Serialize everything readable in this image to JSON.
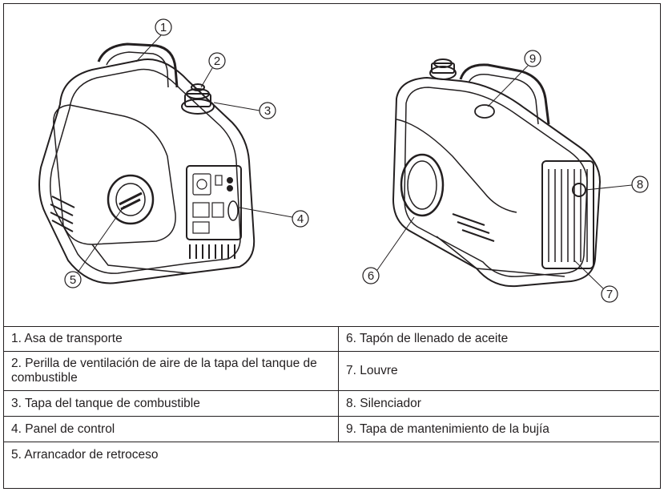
{
  "figure": {
    "callouts": [
      "1",
      "2",
      "3",
      "4",
      "5",
      "6",
      "7",
      "8",
      "9"
    ]
  },
  "legend": {
    "rows": [
      [
        "1. Asa de transporte",
        "6. Tapón de llenado de aceite"
      ],
      [
        "2. Perilla de ventilación de aire de la tapa del tanque de combustible",
        "7. Louvre"
      ],
      [
        "3. Tapa del tanque de combustible",
        "8. Silenciador"
      ],
      [
        "4. Panel de control",
        "9. Tapa de mantenimiento de la bujía"
      ],
      [
        "5. Arrancador de retroceso"
      ]
    ]
  },
  "colors": {
    "line": "#231f20",
    "background": "#ffffff"
  }
}
